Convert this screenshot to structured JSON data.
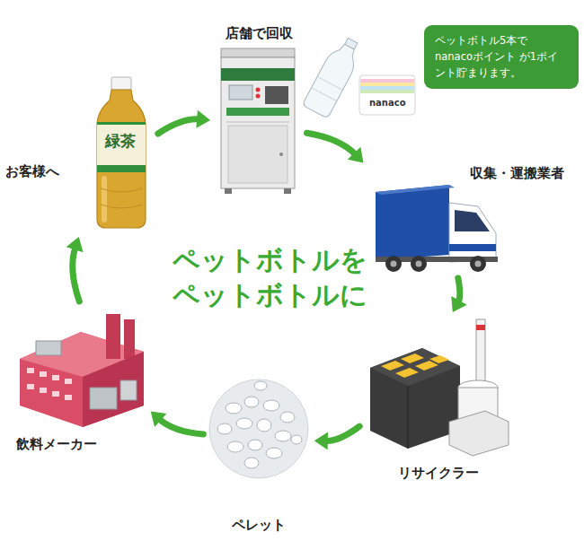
{
  "diagram": {
    "title": "ペットボトルを ペットボトルに",
    "nodes": [
      {
        "text": [
          "店舗で回収"
        ]
      },
      {
        "text": [
          "ペットボトル5本で nanacoポイント が1ポイント貯まります。"
        ]
      },
      {
        "text": [
          "お客様へ"
        ]
      },
      {
        "text": [
          "収集・運搬業者"
        ]
      },
      {
        "text": [
          "リサイクラー"
        ]
      },
      {
        "text": [
          "ペレット"
        ]
      },
      {
        "text": [
          "飲料メーカー"
        ]
      }
    ],
    "edges": [
      {
        "from": 2,
        "to": 0,
        "arrow": "to"
      },
      {
        "from": 0,
        "to": 3,
        "arrow": "to"
      },
      {
        "from": 3,
        "to": 4,
        "arrow": "to"
      },
      {
        "from": 4,
        "to": 5,
        "arrow": "to"
      },
      {
        "from": 5,
        "to": 6,
        "arrow": "to"
      },
      {
        "from": 6,
        "to": 2,
        "arrow": "to"
      }
    ],
    "labels": [
      "緑茶",
      "nanaco"
    ]
  }
}
